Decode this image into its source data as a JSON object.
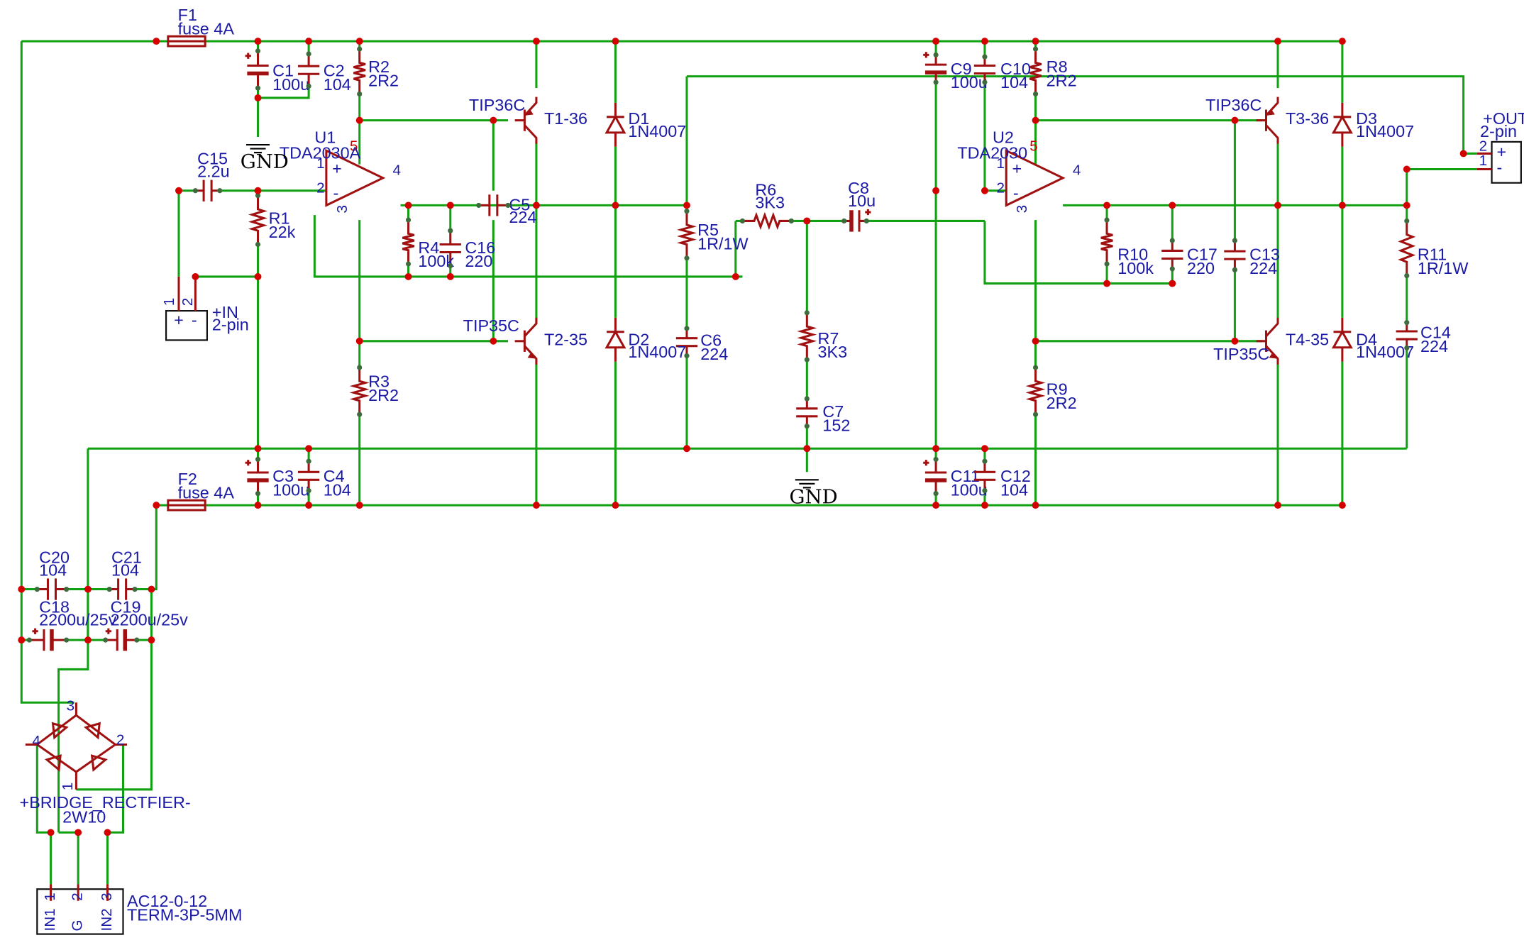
{
  "fuses": [
    {
      "ref": "F1",
      "value": "fuse 4A"
    },
    {
      "ref": "F2",
      "value": "fuse 4A"
    }
  ],
  "capacitors": [
    {
      "ref": "C1",
      "value": "100u"
    },
    {
      "ref": "C2",
      "value": "104"
    },
    {
      "ref": "C3",
      "value": "100u"
    },
    {
      "ref": "C4",
      "value": "104"
    },
    {
      "ref": "C5",
      "value": "224"
    },
    {
      "ref": "C6",
      "value": "224"
    },
    {
      "ref": "C7",
      "value": "152"
    },
    {
      "ref": "C8",
      "value": "10u"
    },
    {
      "ref": "C9",
      "value": "100u"
    },
    {
      "ref": "C10",
      "value": "104"
    },
    {
      "ref": "C11",
      "value": "100u"
    },
    {
      "ref": "C12",
      "value": "104"
    },
    {
      "ref": "C13",
      "value": "224"
    },
    {
      "ref": "C14",
      "value": "224"
    },
    {
      "ref": "C15",
      "value": "2.2u"
    },
    {
      "ref": "C16",
      "value": "220"
    },
    {
      "ref": "C17",
      "value": "220"
    },
    {
      "ref": "C18",
      "value": "2200u/25v"
    },
    {
      "ref": "C19",
      "value": "2200u/25v"
    },
    {
      "ref": "C20",
      "value": "104"
    },
    {
      "ref": "C21",
      "value": "104"
    }
  ],
  "resistors": [
    {
      "ref": "R1",
      "value": "22k"
    },
    {
      "ref": "R2",
      "value": "2R2"
    },
    {
      "ref": "R3",
      "value": "2R2"
    },
    {
      "ref": "R4",
      "value": "100k"
    },
    {
      "ref": "R5",
      "value": "1R/1W"
    },
    {
      "ref": "R6",
      "value": "3K3"
    },
    {
      "ref": "R7",
      "value": "3K3"
    },
    {
      "ref": "R8",
      "value": "2R2"
    },
    {
      "ref": "R9",
      "value": "2R2"
    },
    {
      "ref": "R10",
      "value": "100k"
    },
    {
      "ref": "R11",
      "value": "1R/1W"
    }
  ],
  "diodes": [
    {
      "ref": "D1",
      "value": "1N4007"
    },
    {
      "ref": "D2",
      "value": "1N4007"
    },
    {
      "ref": "D3",
      "value": "1N4007"
    },
    {
      "ref": "D4",
      "value": "1N4007"
    }
  ],
  "transistors": [
    {
      "ref": "T1-36",
      "type": "TIP36C"
    },
    {
      "ref": "T2-35",
      "type": "TIP35C"
    },
    {
      "ref": "T3-36",
      "type": "TIP36C"
    },
    {
      "ref": "T4-35",
      "type": "TIP35C"
    }
  ],
  "amplifiers": [
    {
      "ref": "U1",
      "value": "TDA2030A"
    },
    {
      "ref": "U2",
      "value": "TDA2030"
    }
  ],
  "op_pins": {
    "inp": "1",
    "inm": "2",
    "out": "4",
    "vp": "5",
    "vm": "3",
    "plus": "+",
    "minus": "-"
  },
  "ground": {
    "label": "GND"
  },
  "connectors": {
    "input": {
      "ref": "+IN",
      "value": "2-pin",
      "pin1": "1",
      "pin2": "2",
      "sign1": "+",
      "sign2": "-"
    },
    "output": {
      "ref": "+OUT",
      "value": "2-pin",
      "pin1": "1",
      "pin2": "2",
      "sign1": "+",
      "sign2": "-"
    },
    "power": {
      "ref": "AC12-0-12",
      "value": "TERM-3P-5MM",
      "pins": [
        {
          "num": "1",
          "name": "IN1"
        },
        {
          "num": "2",
          "name": "G"
        },
        {
          "num": "3",
          "name": "IN2"
        }
      ]
    }
  },
  "bridge": {
    "ref": "+BRIDGE_RECTFIER-",
    "value": "2W10",
    "pin1": "1",
    "pin2": "2",
    "pin3": "3",
    "pin4": "4"
  },
  "colors": {
    "wire": "#11a011",
    "symbol": "#a01010",
    "label": "#1a1aa6",
    "junction": "#d40000",
    "pin5": "#d00000"
  }
}
